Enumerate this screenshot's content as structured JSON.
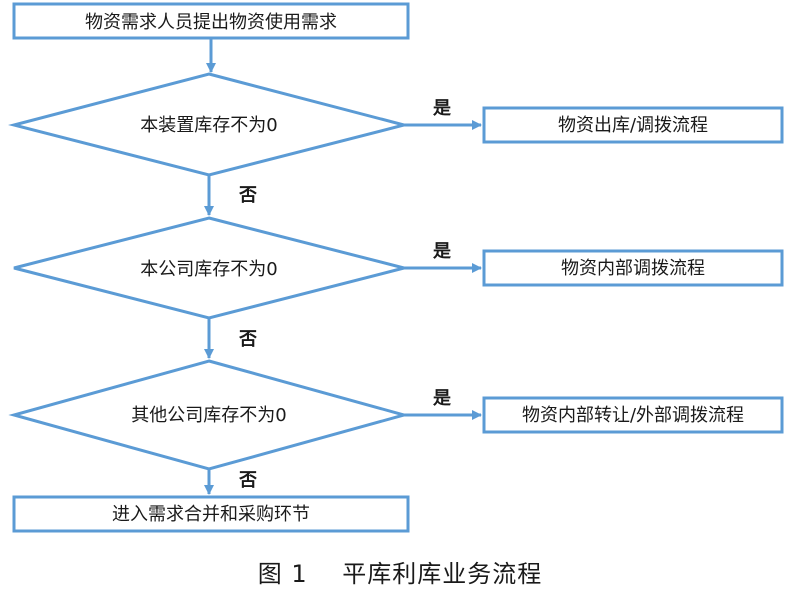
{
  "diagram": {
    "start": "物资需求人员提出物资使用需求",
    "decisions": [
      {
        "question": "本装置库存不为0",
        "yes_label": "是",
        "yes_action": "物资出库/调拨流程",
        "no_label": "否"
      },
      {
        "question": "本公司库存不为0",
        "yes_label": "是",
        "yes_action": "物资内部调拨流程",
        "no_label": "否"
      },
      {
        "question": "其他公司库存不为0",
        "yes_label": "是",
        "yes_action": "物资内部转让/外部调拨流程",
        "no_label": "否"
      }
    ],
    "end": "进入需求合并和采购环节"
  },
  "caption": {
    "number": "图 1",
    "title": "平库利库业务流程"
  },
  "colors": {
    "stroke": "#5b9bd5",
    "text": "#1a1a1a"
  }
}
